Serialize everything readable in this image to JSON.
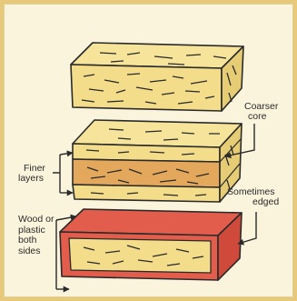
{
  "labels": {
    "coarser_core": [
      "Coarser",
      "core"
    ],
    "finer_layers": [
      "Finer",
      "layers"
    ],
    "sometimes_edged": [
      "Sometimes",
      "edged"
    ],
    "wood_or_plastic": [
      "Wood or",
      "plastic",
      "both",
      "sides"
    ]
  },
  "colors": {
    "frame": "#e7c97c",
    "background": "#fbf4dc",
    "board": "#f3dc8a",
    "core": "#e3a85c",
    "edge": "#e35d4c",
    "ink": "#2a2a2a"
  }
}
